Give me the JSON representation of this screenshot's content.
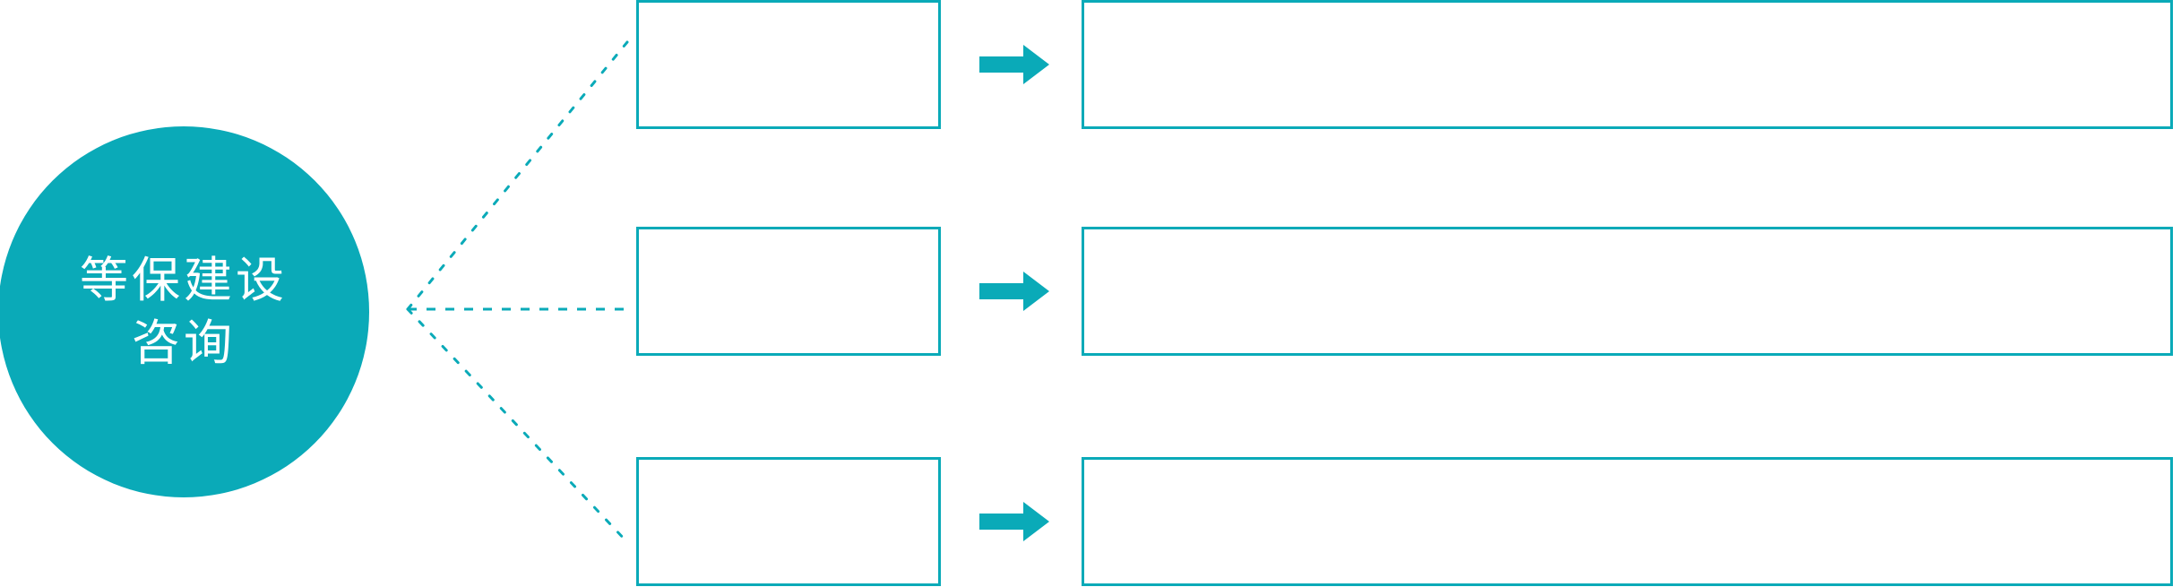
{
  "diagram": {
    "type": "hub-and-spoke-process",
    "accent_color": "#0AAAB8",
    "background_color": "#ffffff",
    "hub": {
      "shape": "circle",
      "label_line1": "等保建设",
      "label_line2": "咨询",
      "text_color": "#ffffff",
      "fill_color": "#0AAAB8"
    },
    "connector": {
      "style": "dotted",
      "color": "#0AAAB8",
      "branch_count": 3
    },
    "arrow_icon_name": "arrow-right-icon",
    "rows": [
      {
        "id": "row-1",
        "stage_label": "",
        "detail_label": "",
        "arrow_label": ""
      },
      {
        "id": "row-2",
        "stage_label": "",
        "detail_label": "",
        "arrow_label": ""
      },
      {
        "id": "row-3",
        "stage_label": "",
        "detail_label": "",
        "arrow_label": ""
      }
    ]
  }
}
